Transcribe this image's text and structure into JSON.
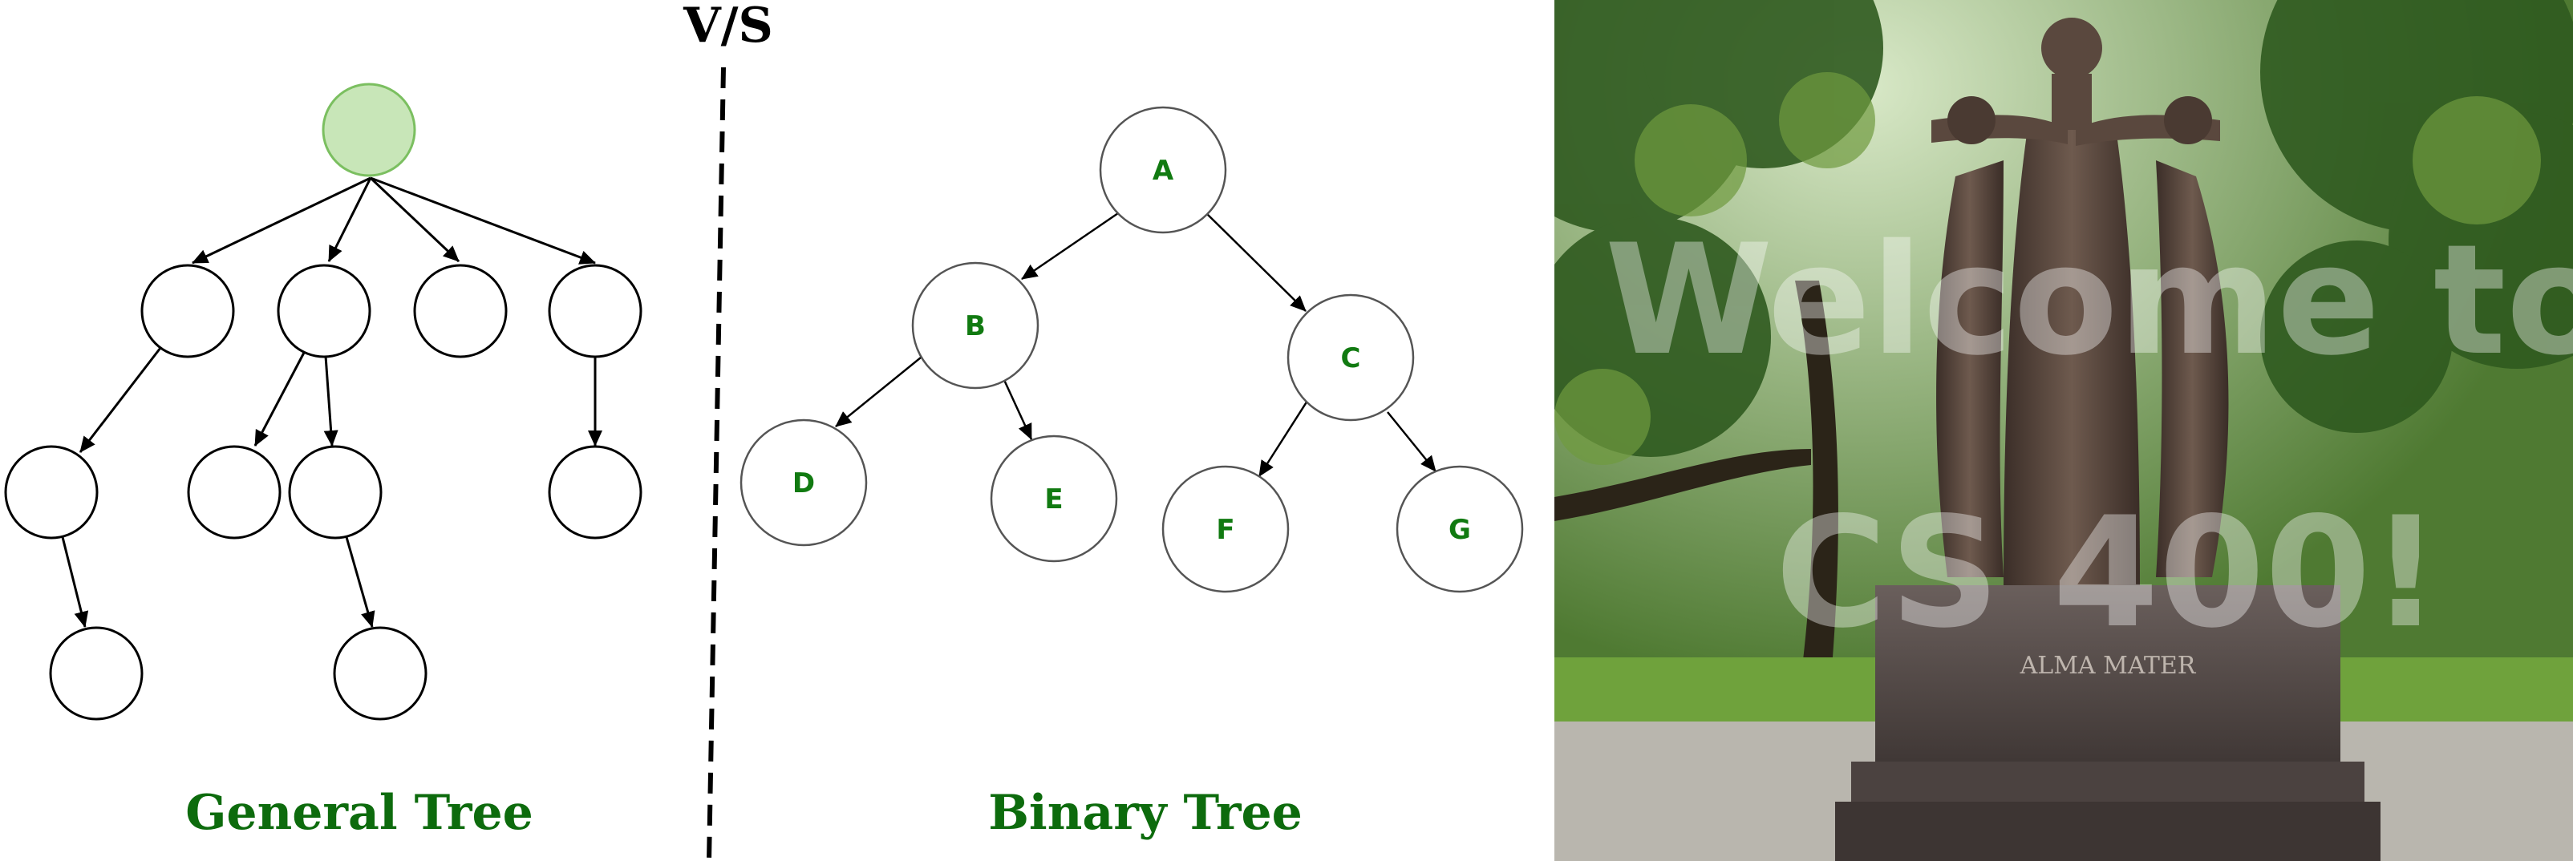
{
  "divider_label": "V/S",
  "general_tree": {
    "caption": "General Tree",
    "root_color": "#c8e6b8",
    "nodes": [
      "root",
      "n1",
      "n2",
      "n3",
      "n4",
      "n1a",
      "n2a",
      "n2b",
      "n4a",
      "n1a1",
      "n2b1"
    ],
    "edges": [
      [
        "root",
        "n1"
      ],
      [
        "root",
        "n2"
      ],
      [
        "root",
        "n3"
      ],
      [
        "root",
        "n4"
      ],
      [
        "n1",
        "n1a"
      ],
      [
        "n2",
        "n2a"
      ],
      [
        "n2",
        "n2b"
      ],
      [
        "n4",
        "n4a"
      ],
      [
        "n1a",
        "n1a1"
      ],
      [
        "n2b",
        "n2b1"
      ]
    ]
  },
  "binary_tree": {
    "caption": "Binary Tree",
    "nodes": [
      "A",
      "B",
      "C",
      "D",
      "E",
      "F",
      "G"
    ],
    "edges": [
      [
        "A",
        "B"
      ],
      [
        "A",
        "C"
      ],
      [
        "B",
        "D"
      ],
      [
        "B",
        "E"
      ],
      [
        "C",
        "F"
      ],
      [
        "C",
        "G"
      ]
    ]
  },
  "photo": {
    "overlay_line1": "Welcome to",
    "overlay_line2": "CS 400!",
    "plaque_title": "ALMA MATER"
  },
  "colors": {
    "caption": "#0d6b0d",
    "node_letter": "#117a11"
  }
}
